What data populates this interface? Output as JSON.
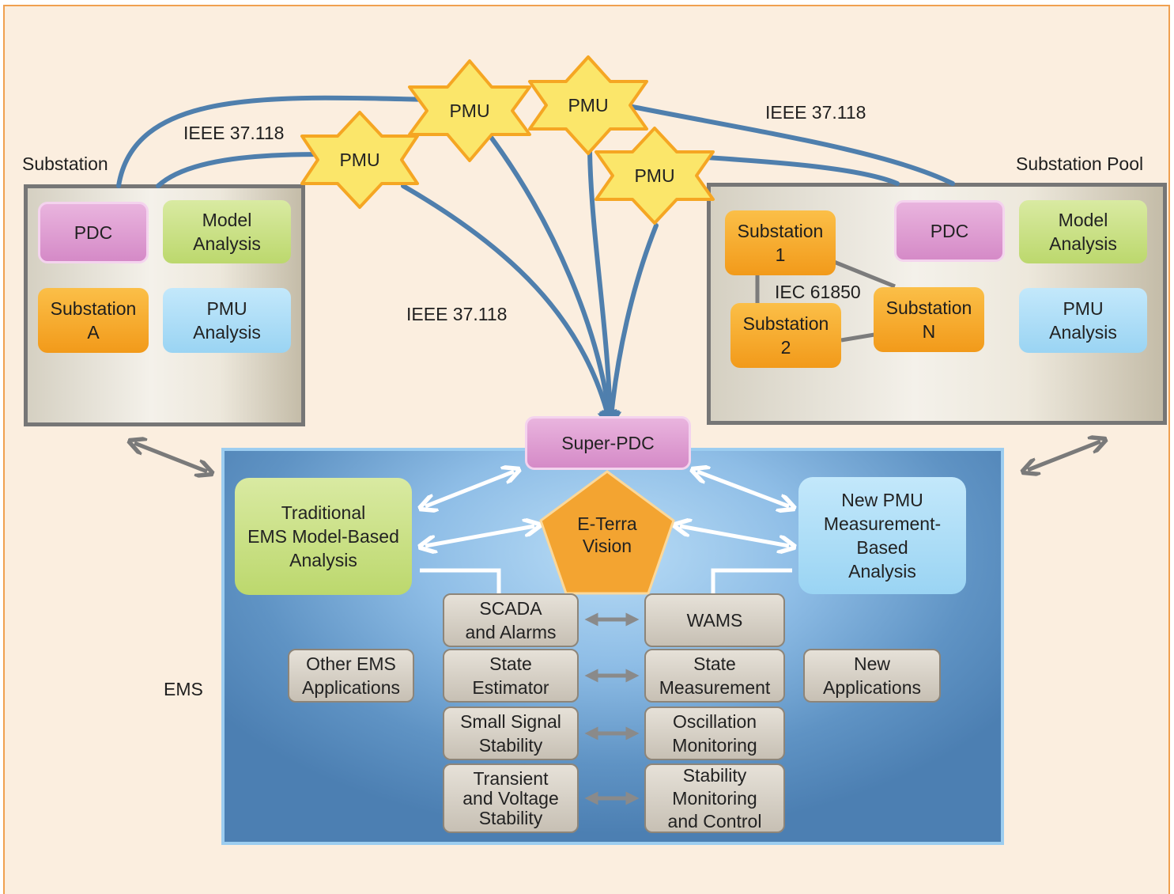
{
  "labels": {
    "substation": "Substation",
    "substation_pool": "Substation Pool",
    "ieee_left": "IEEE 37.118",
    "ieee_center": "IEEE 37.118",
    "ieee_right": "IEEE 37.118",
    "iec": "IEC 61850",
    "ems": "EMS"
  },
  "pmus": [
    "PMU",
    "PMU",
    "PMU",
    "PMU"
  ],
  "left_substation": {
    "pdc": "PDC",
    "model_analysis": [
      "Model",
      "Analysis"
    ],
    "substation_a": [
      "Substation",
      "A"
    ],
    "pmu_analysis": [
      "PMU",
      "Analysis"
    ]
  },
  "right_pool": {
    "substation_1": [
      "Substation",
      "1"
    ],
    "substation_2": [
      "Substation",
      "2"
    ],
    "substation_n": [
      "Substation",
      "N"
    ],
    "pdc": "PDC",
    "model_analysis": [
      "Model",
      "Analysis"
    ],
    "pmu_analysis": [
      "PMU",
      "Analysis"
    ]
  },
  "super_pdc": "Super-PDC",
  "eterra": [
    "E-Terra",
    "Vision"
  ],
  "traditional": [
    "Traditional",
    "EMS Model-Based",
    "Analysis"
  ],
  "new_pmu": [
    "New PMU",
    "Measurement-",
    "Based",
    "Analysis"
  ],
  "other_ems": [
    "Other EMS",
    "Applications"
  ],
  "new_apps": [
    "New",
    "Applications"
  ],
  "left_apps": [
    [
      "SCADA",
      "and Alarms"
    ],
    [
      "State",
      "Estimator"
    ],
    [
      "Small Signal",
      "Stability"
    ],
    [
      "Transient",
      "and Voltage",
      "Stability"
    ]
  ],
  "right_apps": [
    [
      "WAMS"
    ],
    [
      "State",
      "Measurement"
    ],
    [
      "Oscillation",
      "Monitoring"
    ],
    [
      "Stability",
      "Monitoring",
      "and Control"
    ]
  ],
  "colors": {
    "wire": "#4f7fad",
    "pmu_fill": "#fbe66a",
    "pmu_stroke": "#f5a623",
    "frame_border": "#f0a050"
  }
}
